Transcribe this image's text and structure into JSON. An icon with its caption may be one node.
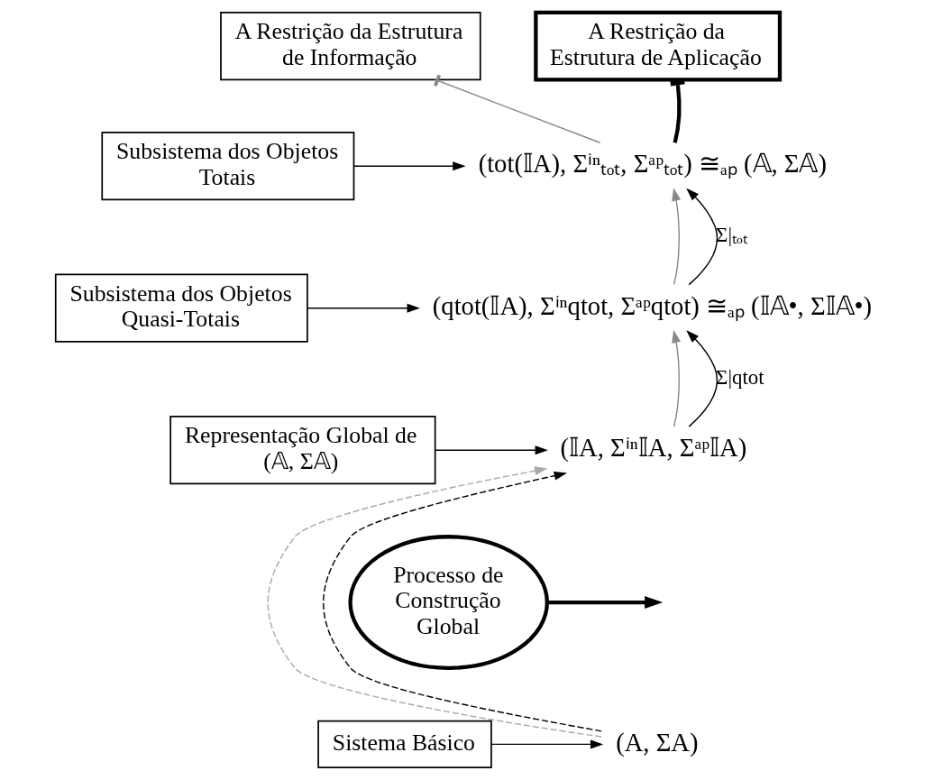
{
  "diagram": {
    "nodes": [
      {
        "text": [
          "A Restrição da Estrutura de Informação"
        ]
      },
      {
        "text": [
          "A Restrição da Estrutura de Aplicação"
        ]
      },
      {
        "text": [
          "Subsistema dos Objetos Totais"
        ]
      },
      {
        "text": [
          "(tot(𝕀A), Σⁱⁿₜₒₜ, Σᵃᵖₜₒₜ) ≅ₐₚ (𝔸, Σ𝔸)"
        ]
      },
      {
        "text": [
          "Subsistema dos Objetos Quasi-Totais"
        ]
      },
      {
        "text": [
          "(qtot(𝕀A), Σⁱⁿqtot, Σᵃᵖqtot) ≅ₐₚ (𝕀𝔸•, Σ𝕀𝔸•)"
        ]
      },
      {
        "text": [
          "(𝕀A, Σⁱⁿ𝕀A, Σᵃᵖ𝕀A)"
        ]
      },
      {
        "text": [
          "Representação Global de (𝔸, Σ𝔸)"
        ]
      },
      {
        "text": [
          "Processo de Construção Global"
        ]
      },
      {
        "text": [
          "(A, ΣA)"
        ]
      },
      {
        "text": [
          "Sistema Básico"
        ]
      }
    ],
    "edges": [
      {
        "from": 0,
        "to": 3,
        "arrow": "other",
        "color": "#888888"
      },
      {
        "from": 1,
        "to": 3,
        "arrow": "other",
        "style": "thick"
      },
      {
        "from": 2,
        "to": 3,
        "arrow": "to"
      },
      {
        "from": 5,
        "to": 3,
        "arrow": "to",
        "color": "#888888"
      },
      {
        "from": 5,
        "to": 3,
        "arrow": "to",
        "label": "Σ|ₜₒₜ"
      },
      {
        "from": 4,
        "to": 5,
        "arrow": "to"
      },
      {
        "from": 6,
        "to": 5,
        "arrow": "to",
        "color": "#888888"
      },
      {
        "from": 6,
        "to": 5,
        "arrow": "to",
        "label": "Σ|qtot"
      },
      {
        "from": 7,
        "to": 6,
        "arrow": "to"
      },
      {
        "from": 9,
        "to": 6,
        "arrow": "to",
        "style": "dashed",
        "color": "#aaaaaa"
      },
      {
        "from": 9,
        "to": 6,
        "arrow": "to",
        "style": "dashed"
      },
      {
        "from": 8,
        "to": null,
        "arrow": "to",
        "style": "thick"
      },
      {
        "from": 10,
        "to": 9,
        "arrow": "to"
      }
    ]
  }
}
